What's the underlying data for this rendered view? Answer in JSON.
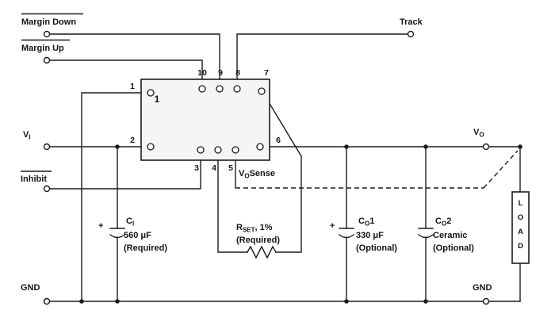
{
  "colors": {
    "line": "#1c1c1c",
    "ic_fill": "#f5f5f5",
    "background": "#ffffff"
  },
  "terminals": {
    "margin_down": "Margin Down",
    "margin_up": "Margin Up",
    "track": "Track",
    "vi": {
      "main": "V",
      "sub": "I"
    },
    "inhibit": "Inhibit",
    "vo": {
      "main": "V",
      "sub": "O"
    },
    "gnd_left": "GND",
    "gnd_right": "GND"
  },
  "ic": {
    "pin1_mark": "1",
    "pins": {
      "p1": "1",
      "p2": "2",
      "p3": "3",
      "p4": "4",
      "p5": "5",
      "p6": "6",
      "p7": "7",
      "p8": "8",
      "p9": "9",
      "p10": "10"
    }
  },
  "components": {
    "ci": {
      "plus": "+",
      "name": {
        "main": "C",
        "sub": "I"
      },
      "value": "560 μF",
      "note": "(Required)"
    },
    "rset": {
      "name": {
        "main": "R",
        "sub": "SET",
        "suffix": ", 1%"
      },
      "note": "(Required)"
    },
    "co1": {
      "plus": "+",
      "name": {
        "main": "C",
        "sub": "O",
        "suffix": "1"
      },
      "value": "330 μF",
      "note": "(Optional)"
    },
    "co2": {
      "name": {
        "main": "C",
        "sub": "O",
        "suffix": "2"
      },
      "value": "Ceramic",
      "note": "(Optional)"
    },
    "vosense": {
      "main": "V",
      "sub": "O",
      "suffix": "Sense"
    },
    "load": {
      "letters": [
        "L",
        "O",
        "A",
        "D"
      ]
    }
  }
}
